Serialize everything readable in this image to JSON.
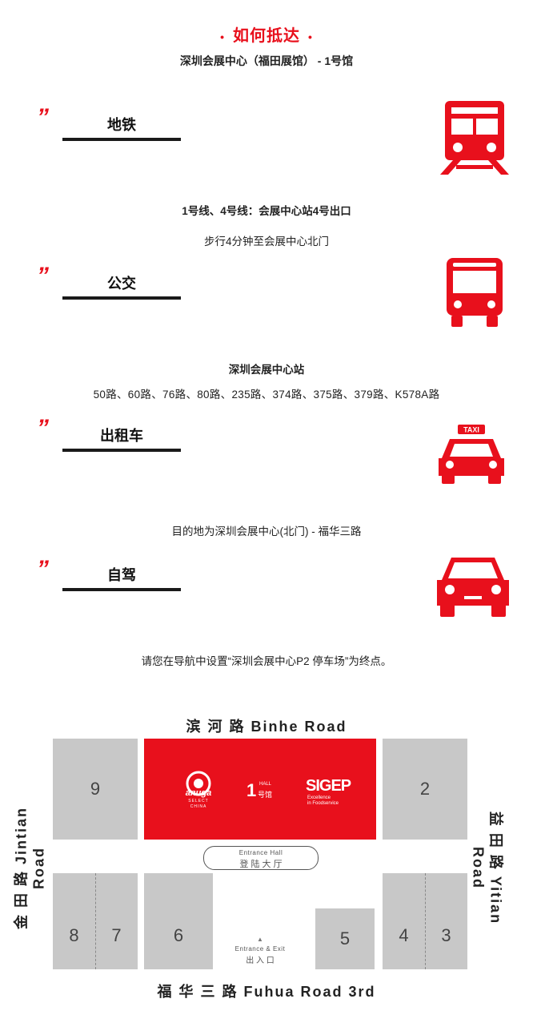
{
  "header": {
    "title": "如何抵达",
    "bullet": "•",
    "subtitle": "深圳会展中心（福田展馆） -  1号馆"
  },
  "quote_mark": "”",
  "sections": {
    "metro": {
      "label": "地铁",
      "lines": [
        "1号线、4号线：会展中心站4号出口",
        "步行4分钟至会展中心北门"
      ],
      "icon": "train-icon"
    },
    "bus": {
      "label": "公交",
      "lines": [
        "深圳会展中心站",
        "50路、60路、76路、80路、235路、374路、375路、379路、K578A路"
      ],
      "icon": "bus-icon"
    },
    "taxi": {
      "label": "出租车",
      "lines": [
        "目的地为深圳会展中心(北门)  -  福华三路"
      ],
      "icon": "taxi-icon",
      "sign": "TAXI"
    },
    "drive": {
      "label": "自驾",
      "lines": [
        "请您在导航中设置“深圳会展中心P2 停车场”为终点。"
      ],
      "icon": "car-icon"
    }
  },
  "map": {
    "roads": {
      "north": "滨 河 路 Binhe Road",
      "south": "福 华 三 路 Fuhua Road 3rd",
      "west": "金 田 路 Jintian Road",
      "east": "益 田 路 Yitian Road"
    },
    "blocks": [
      "9",
      "2",
      "8",
      "7",
      "6",
      "5",
      "4",
      "3"
    ],
    "hall": {
      "number": "1",
      "hall_en": "HALL",
      "hall_cn": "号馆",
      "brand_left": "anuga",
      "brand_left_sub": "SELECT",
      "brand_left_tag": "CHINA",
      "brand_right": "SIGEP",
      "brand_right_sub1": "Excellence",
      "brand_right_sub2": "in Foodservice"
    },
    "entrance_hall": {
      "en": "Entrance Hall",
      "cn": "登 陆 大 厅"
    },
    "entrance_exit": {
      "en": "Entrance & Exit",
      "cn": "出 入 口"
    }
  },
  "colors": {
    "accent": "#e8101c",
    "block": "#c8c8c8",
    "bar": "#1a1a1a"
  }
}
